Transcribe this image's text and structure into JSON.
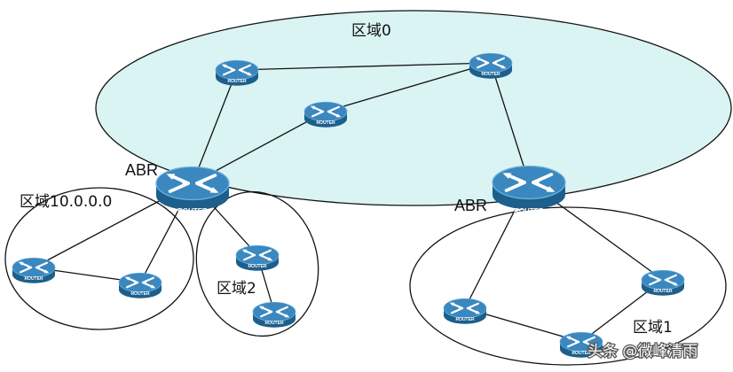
{
  "areas": {
    "area0": {
      "label": "区域0",
      "fill": "#daf3f3"
    },
    "area_10": {
      "label": "区域10.0.0.0"
    },
    "area2": {
      "label": "区域2"
    },
    "area1": {
      "label": "区域1"
    }
  },
  "abr_left": {
    "label": "ABR",
    "device_text": "ROUTER"
  },
  "abr_right": {
    "label": "ABR",
    "device_text": "ROUTER"
  },
  "routers": {
    "a0_top_left": "ROUTER",
    "a0_top_right": "ROUTER",
    "a0_mid": "ROUTER",
    "a10_left": "ROUTER",
    "a10_right": "ROUTER",
    "a2_top": "ROUTER",
    "a2_bottom": "ROUTER",
    "a1_left": "ROUTER",
    "a1_right": "ROUTER",
    "a1_bottom": "ROUTER"
  },
  "watermark": {
    "text": "头条 @微峰清雨"
  },
  "colors": {
    "router_body": "#1d5f8c",
    "router_top": "#3a88bf",
    "line": "#111111"
  }
}
